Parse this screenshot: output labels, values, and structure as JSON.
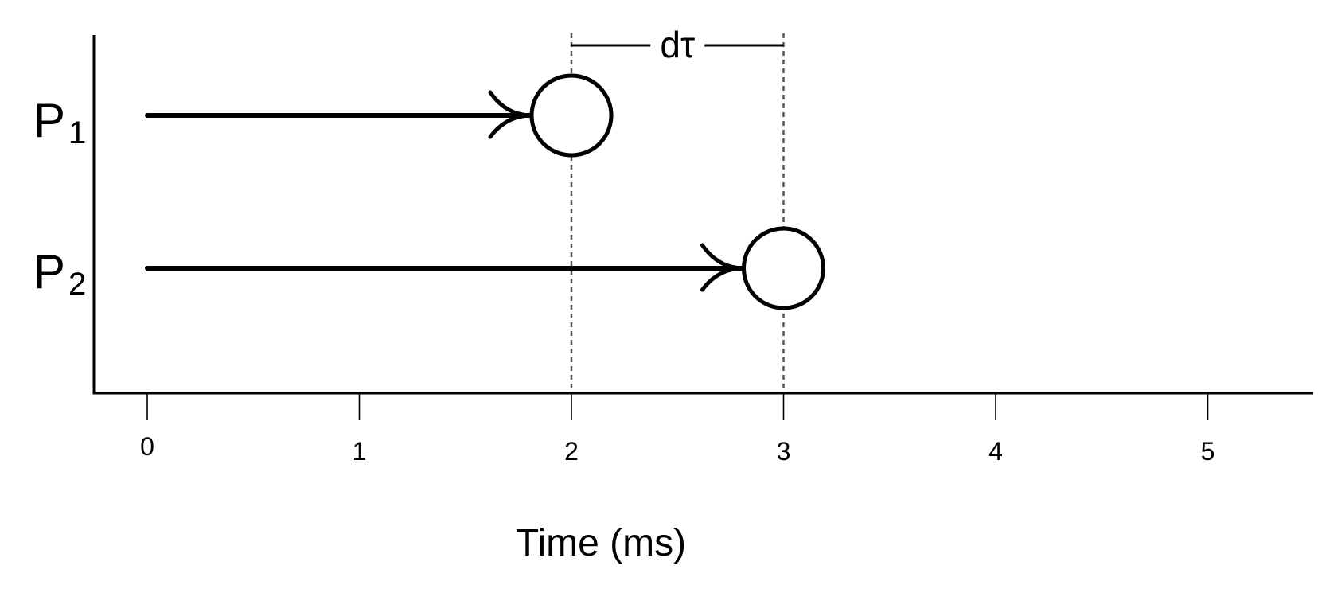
{
  "axis": {
    "title": "Time (ms)",
    "ticks": [
      "0",
      "1",
      "2",
      "3",
      "4",
      "5"
    ]
  },
  "rows": [
    {
      "base": "P",
      "sub": "1",
      "arrival": 2
    },
    {
      "base": "P",
      "sub": "2",
      "arrival": 3
    }
  ],
  "interval": {
    "label": "dτ",
    "from": 2,
    "to": 3
  },
  "colors": {
    "ink": "#000000",
    "guide": "#555555",
    "background": "#ffffff"
  }
}
